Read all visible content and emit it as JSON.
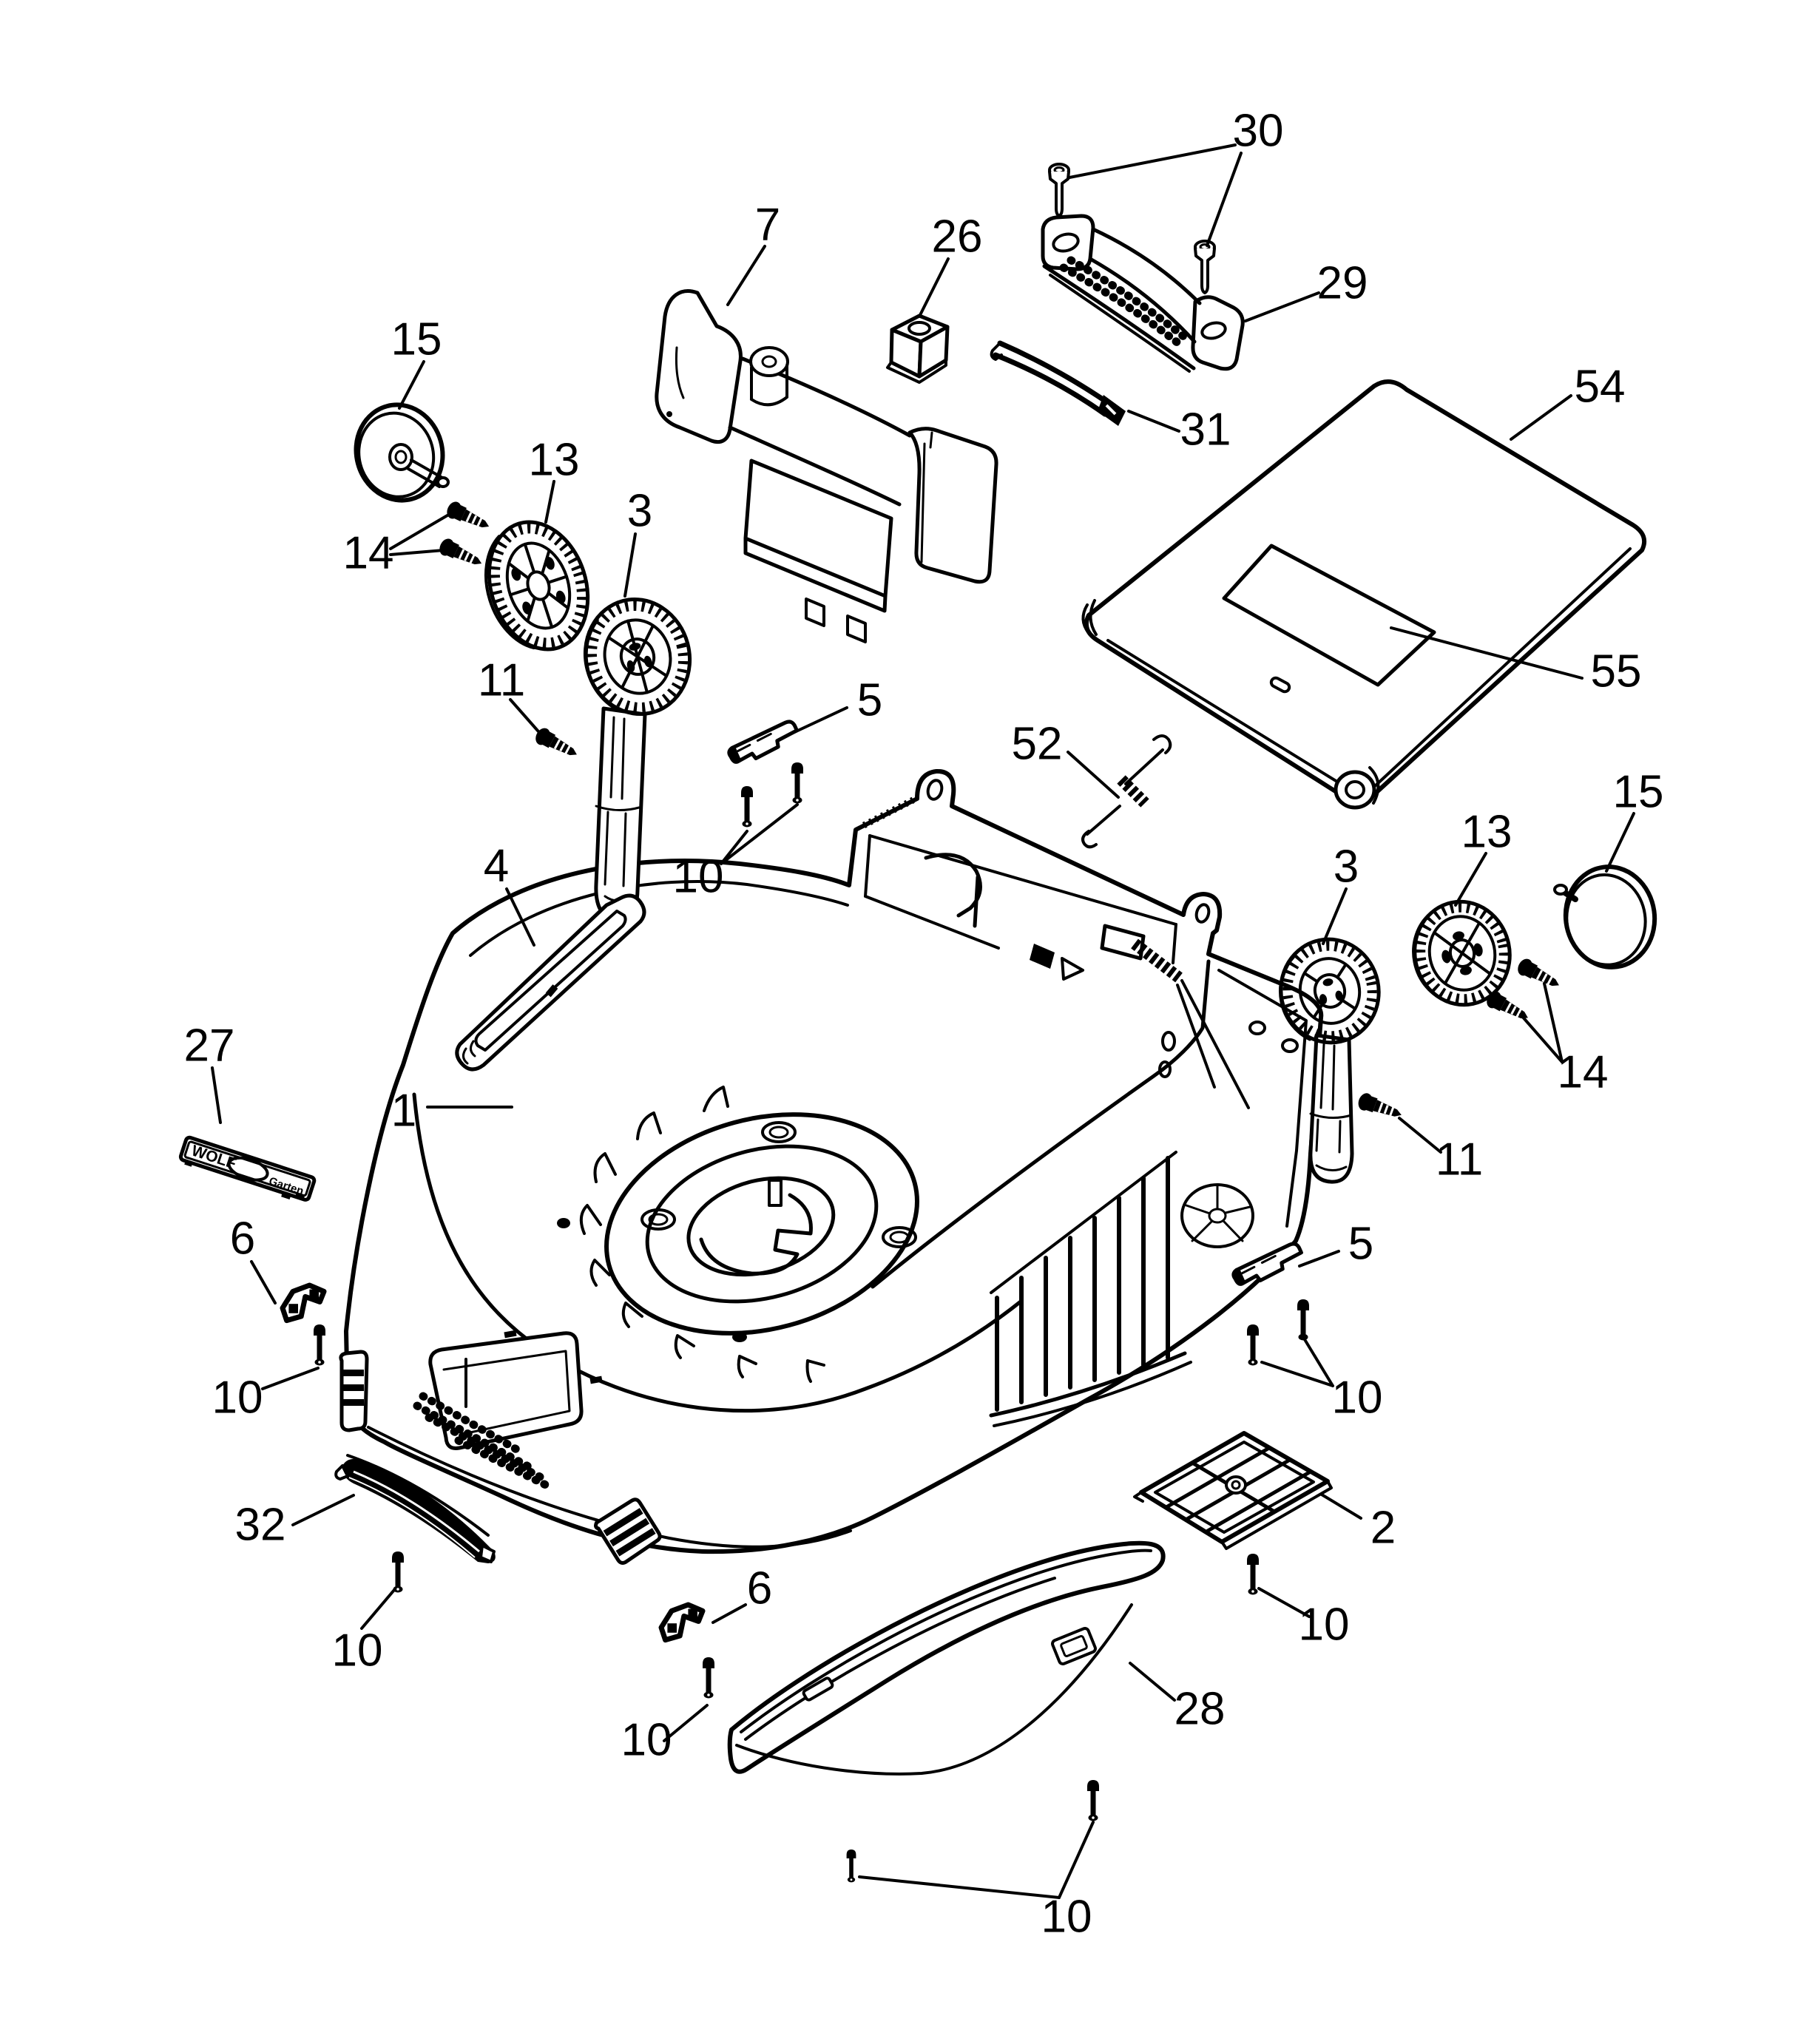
{
  "diagram": {
    "background_color": "#ffffff",
    "line_color": "#000000",
    "callouts": [
      {
        "label": "30"
      },
      {
        "label": "7"
      },
      {
        "label": "26"
      },
      {
        "label": "29"
      },
      {
        "label": "15"
      },
      {
        "label": "54"
      },
      {
        "label": "31"
      },
      {
        "label": "13"
      },
      {
        "label": "3"
      },
      {
        "label": "14"
      },
      {
        "label": "55"
      },
      {
        "label": "11"
      },
      {
        "label": "5"
      },
      {
        "label": "52"
      },
      {
        "label": "15"
      },
      {
        "label": "13"
      },
      {
        "label": "3"
      },
      {
        "label": "10"
      },
      {
        "label": "4"
      },
      {
        "label": "14"
      },
      {
        "label": "27"
      },
      {
        "label": "1"
      },
      {
        "label": "11"
      },
      {
        "label": "6"
      },
      {
        "label": "5"
      },
      {
        "label": "10"
      },
      {
        "label": "10"
      },
      {
        "label": "32"
      },
      {
        "label": "2"
      },
      {
        "label": "10"
      },
      {
        "label": "6"
      },
      {
        "label": "10"
      },
      {
        "label": "28"
      },
      {
        "label": "10"
      },
      {
        "label": "10"
      }
    ],
    "brand_plate": {
      "line1": "WOLF",
      "line2": "Garten"
    }
  }
}
